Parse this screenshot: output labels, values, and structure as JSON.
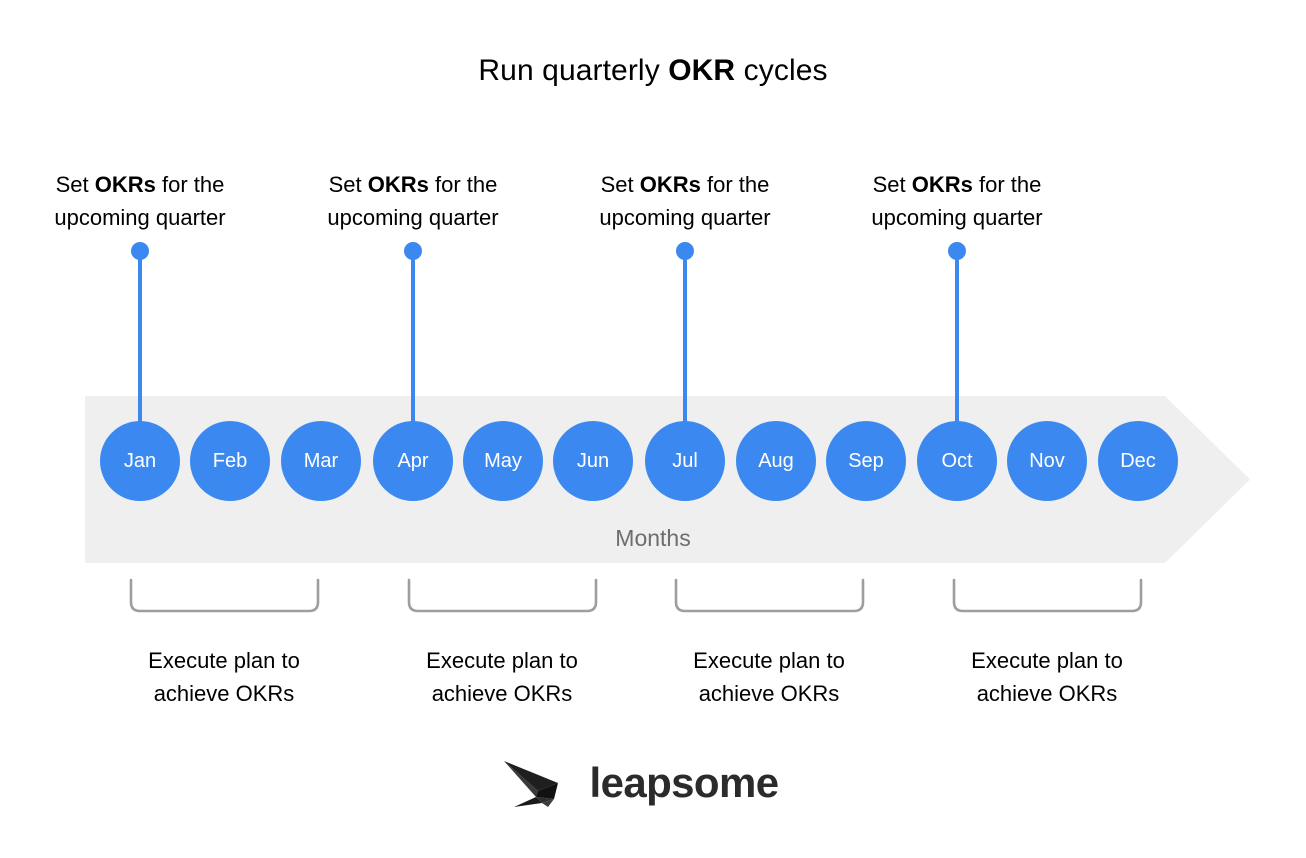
{
  "title": {
    "before": "Run quarterly ",
    "strong": "OKR",
    "after": " cycles"
  },
  "colors": {
    "accent_blue": "#3b89f0",
    "band_gray": "#efefef",
    "bracket_gray": "#9e9e9e",
    "months_text": "#6d6d6d",
    "logo_dark": "#2b2b2b",
    "background": "#ffffff"
  },
  "quarter_markers": [
    {
      "id": "q1",
      "line1_before": "Set ",
      "line1_strong": "OKRs",
      "line1_after": " for the",
      "line2": "upcoming quarter",
      "anchor_month": "Jan"
    },
    {
      "id": "q2",
      "line1_before": "Set ",
      "line1_strong": "OKRs",
      "line1_after": " for the",
      "line2": "upcoming quarter",
      "anchor_month": "Apr"
    },
    {
      "id": "q3",
      "line1_before": "Set ",
      "line1_strong": "OKRs",
      "line1_after": " for the",
      "line2": "upcoming quarter",
      "anchor_month": "Jul"
    },
    {
      "id": "q4",
      "line1_before": "Set ",
      "line1_strong": "OKRs",
      "line1_after": " for the",
      "line2": "upcoming quarter",
      "anchor_month": "Oct"
    }
  ],
  "timeline": {
    "axis_label": "Months",
    "months": [
      {
        "label": "Jan",
        "has_pin": true
      },
      {
        "label": "Feb",
        "has_pin": false
      },
      {
        "label": "Mar",
        "has_pin": false
      },
      {
        "label": "Apr",
        "has_pin": true
      },
      {
        "label": "May",
        "has_pin": false
      },
      {
        "label": "Jun",
        "has_pin": false
      },
      {
        "label": "Jul",
        "has_pin": true
      },
      {
        "label": "Aug",
        "has_pin": false
      },
      {
        "label": "Sep",
        "has_pin": false
      },
      {
        "label": "Oct",
        "has_pin": true
      },
      {
        "label": "Nov",
        "has_pin": false
      },
      {
        "label": "Dec",
        "has_pin": false
      }
    ]
  },
  "quarter_captions": [
    {
      "id": "c1",
      "line1": "Execute plan to",
      "line2": "achieve OKRs",
      "months": [
        "Jan",
        "Feb",
        "Mar"
      ]
    },
    {
      "id": "c2",
      "line1": "Execute plan to",
      "line2": "achieve OKRs",
      "months": [
        "Apr",
        "May",
        "Jun"
      ]
    },
    {
      "id": "c3",
      "line1": "Execute plan to",
      "line2": "achieve OKRs",
      "months": [
        "Jul",
        "Aug",
        "Sep"
      ]
    },
    {
      "id": "c4",
      "line1": "Execute plan to",
      "line2": "achieve OKRs",
      "months": [
        "Oct",
        "Nov",
        "Dec"
      ]
    }
  ],
  "logo": {
    "wordmark": "leapsome",
    "mark": "origami-bird-icon"
  }
}
